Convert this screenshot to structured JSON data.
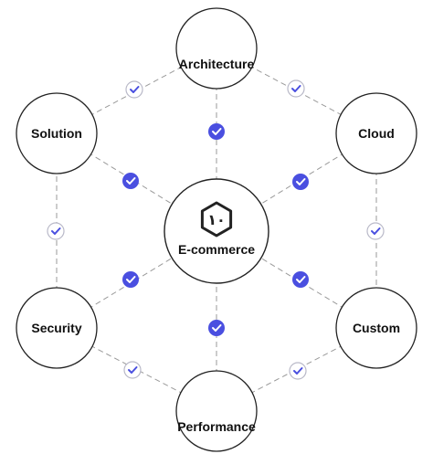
{
  "center": {
    "label": "E-commerce",
    "logo_glyph": "١٠",
    "icon": "hexagon-logo-icon"
  },
  "nodes": [
    {
      "id": "architecture",
      "label": "Architecture"
    },
    {
      "id": "cloud",
      "label": "Cloud"
    },
    {
      "id": "custom",
      "label": "Custom"
    },
    {
      "id": "performance",
      "label": "Performance"
    },
    {
      "id": "security",
      "label": "Security"
    },
    {
      "id": "solution",
      "label": "Solution"
    }
  ],
  "connectors": {
    "spoke_icon": "check-filled-icon",
    "ring_icon": "check-outline-icon"
  },
  "colors": {
    "accent": "#4a4fe0",
    "stroke": "#222222",
    "dash": "#9a9a9a",
    "outline_check_border": "#b9b9c8"
  }
}
